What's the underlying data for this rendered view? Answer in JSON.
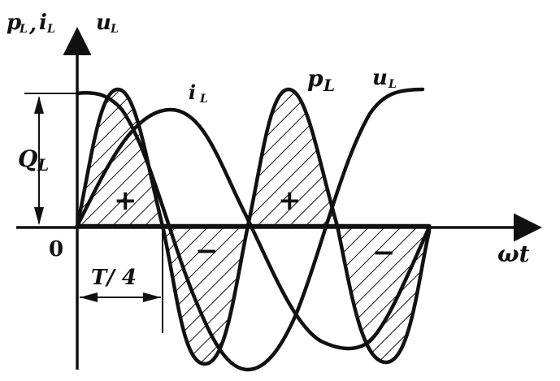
{
  "labels": {
    "y_axis_p": "p",
    "y_axis_p_sub": "L",
    "y_axis_comma": ",",
    "y_axis_i": "i",
    "y_axis_i_sub": "L",
    "y_axis_u": "u",
    "y_axis_u_sub": "L",
    "x_axis": "ωt",
    "origin": "0",
    "curve_i": "i",
    "curve_i_sub": "L",
    "curve_p": "p",
    "curve_p_sub": "L",
    "curve_u": "u",
    "curve_u_sub": "L",
    "amplitude": "Q",
    "amplitude_sub": "L",
    "quarter_period": "T/ 4"
  },
  "signs": {
    "lobe1": "+",
    "lobe2": "−",
    "lobe3": "+",
    "lobe4": "−"
  },
  "colors": {
    "ink": "#111111",
    "background": "#ffffff"
  }
}
